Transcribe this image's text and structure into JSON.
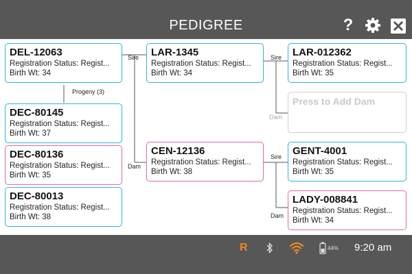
{
  "header": {
    "title": "PEDIGREE"
  },
  "labels": {
    "sire": "Sire",
    "dam": "Dam",
    "progeny": "Progeny (3)"
  },
  "subject": {
    "id": "DEL-12063",
    "status": "Registration Status: Regist...",
    "birth_wt": "Birth Wt: 34"
  },
  "progeny": [
    {
      "id": "DEC-80145",
      "status": "Registration Status: Regist...",
      "birth_wt": "Birth Wt: 37",
      "sex": "male"
    },
    {
      "id": "DEC-80136",
      "status": "Registration Status: Regist...",
      "birth_wt": "Birth Wt: 35",
      "sex": "female"
    },
    {
      "id": "DEC-80013",
      "status": "Registration Status: Regist...",
      "birth_wt": "Birth Wt: 38",
      "sex": "male"
    }
  ],
  "sire": {
    "id": "LAR-1345",
    "status": "Registration Status: Regist...",
    "birth_wt": "Birth Wt: 34"
  },
  "dam": {
    "id": "CEN-12136",
    "status": "Registration Status: Regist...",
    "birth_wt": "Birth Wt: 38"
  },
  "sire_sire": {
    "id": "LAR-012362",
    "status": "Registration Status: Regist...",
    "birth_wt": "Birth Wt: 35"
  },
  "sire_dam_placeholder": "Press to Add Dam",
  "dam_sire": {
    "id": "GENT-4001",
    "status": "Registration Status: Regist...",
    "birth_wt": "Birth Wt: 35"
  },
  "dam_dam": {
    "id": "LADY-008841",
    "status": "Registration Status: Regist...",
    "birth_wt": "Birth Wt: 34"
  },
  "footer": {
    "r_label": "R",
    "battery": "44%",
    "time": "9:20 am"
  },
  "icons": {
    "help": "help-icon",
    "settings": "gear-icon",
    "close": "close-icon",
    "bluetooth": "bluetooth-icon",
    "wifi": "wifi-icon",
    "battery": "battery-icon"
  },
  "colors": {
    "male": "#2ab4e0",
    "female": "#e266ad",
    "accent": "#f08a1c",
    "bar": "#575757"
  }
}
